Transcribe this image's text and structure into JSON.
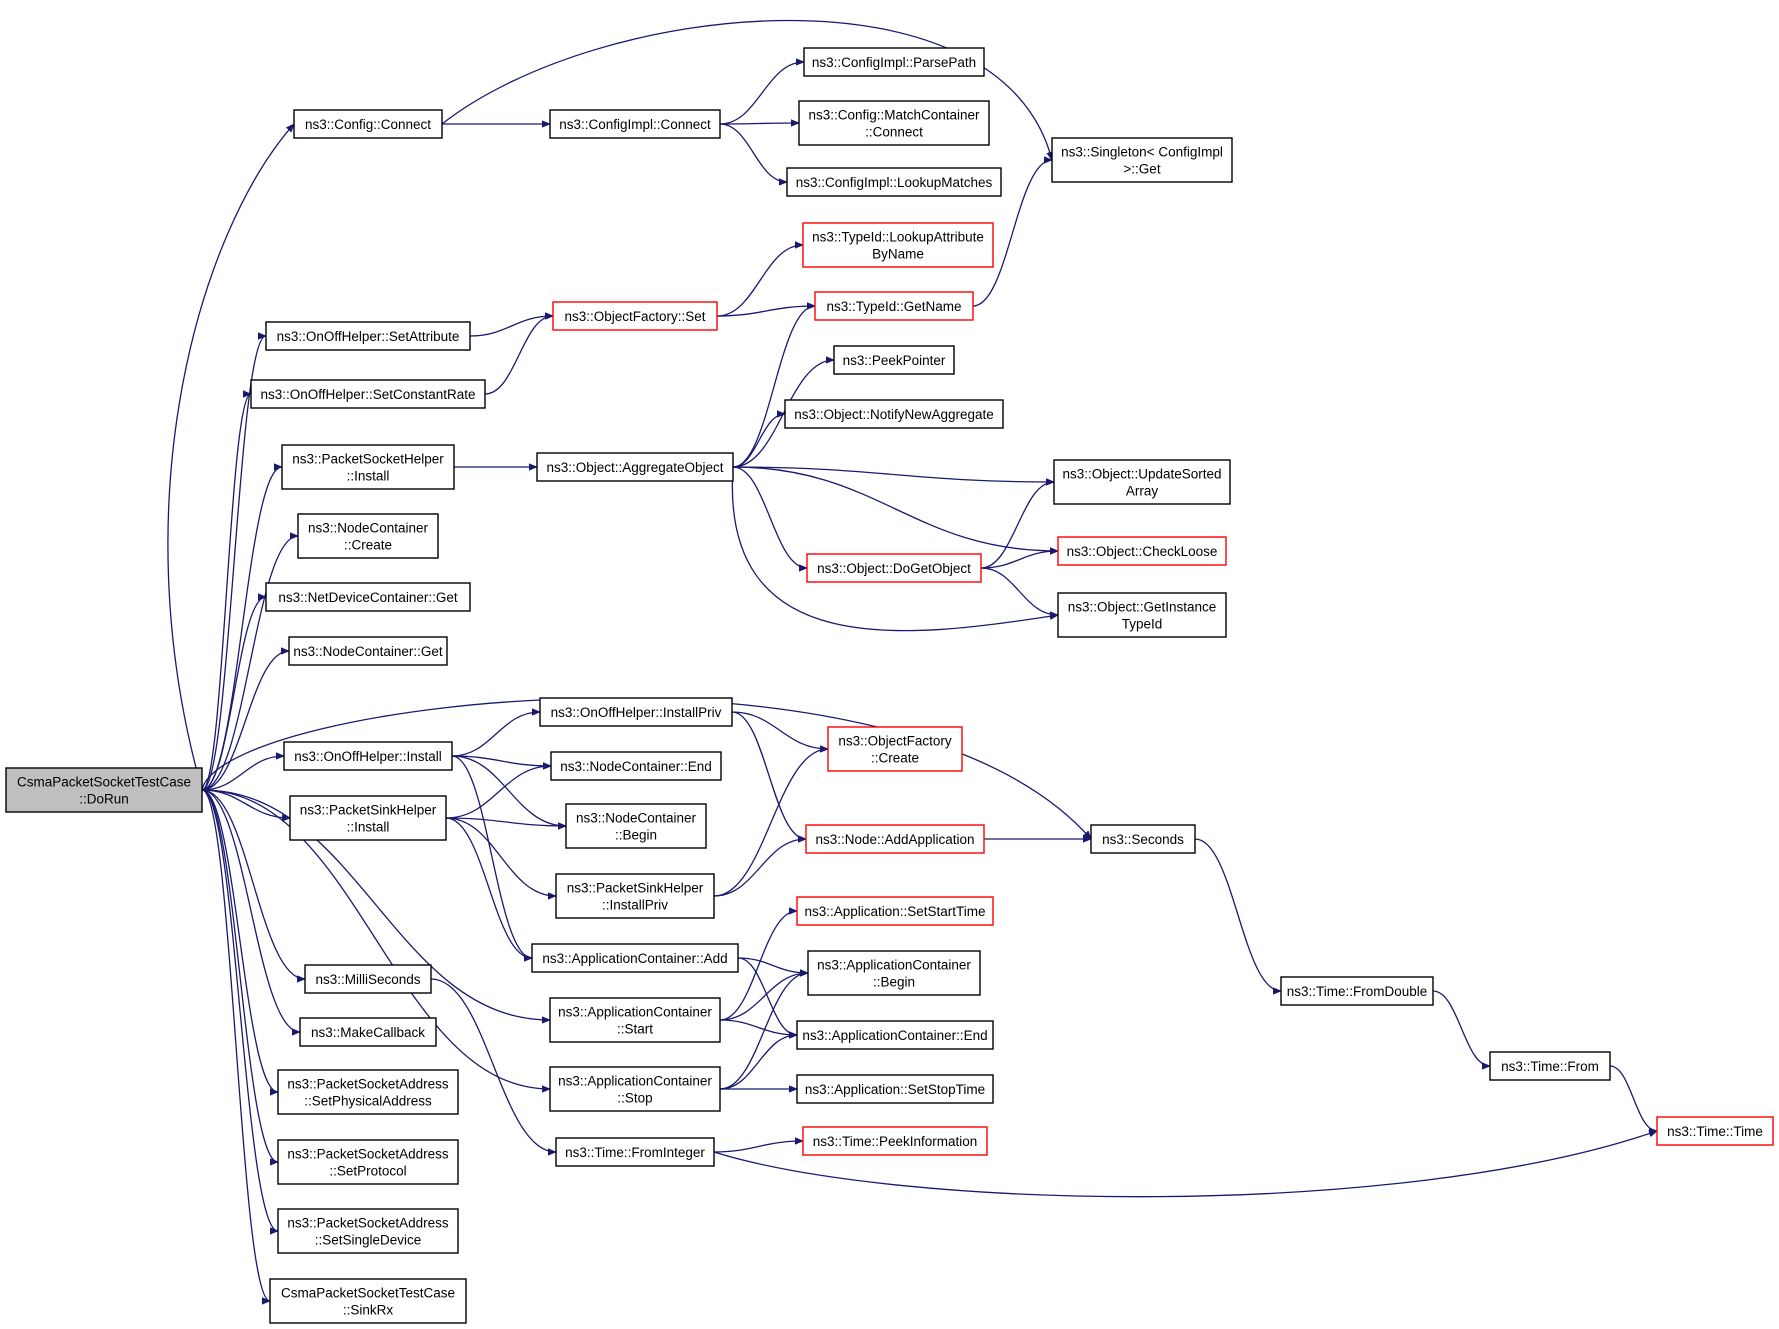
{
  "graph": {
    "root": "n0",
    "nodes": [
      {
        "id": "n0",
        "lines": [
          "CsmaPacketSocketTestCase",
          "::DoRun"
        ]
      },
      {
        "id": "n1",
        "lines": [
          "ns3::Config::Connect"
        ]
      },
      {
        "id": "n2",
        "lines": [
          "ns3::OnOffHelper::SetAttribute"
        ]
      },
      {
        "id": "n3",
        "lines": [
          "ns3::OnOffHelper::SetConstantRate"
        ]
      },
      {
        "id": "n4",
        "lines": [
          "ns3::PacketSocketHelper",
          "::Install"
        ]
      },
      {
        "id": "n5",
        "lines": [
          "ns3::NodeContainer",
          "::Create"
        ]
      },
      {
        "id": "n6",
        "lines": [
          "ns3::NetDeviceContainer::Get"
        ]
      },
      {
        "id": "n7",
        "lines": [
          "ns3::NodeContainer::Get"
        ]
      },
      {
        "id": "n8",
        "lines": [
          "ns3::OnOffHelper::Install"
        ]
      },
      {
        "id": "n9",
        "lines": [
          "ns3::PacketSinkHelper",
          "::Install"
        ]
      },
      {
        "id": "n10",
        "lines": [
          "ns3::MilliSeconds"
        ]
      },
      {
        "id": "n11",
        "lines": [
          "ns3::MakeCallback"
        ]
      },
      {
        "id": "n12",
        "lines": [
          "ns3::PacketSocketAddress",
          "::SetPhysicalAddress"
        ]
      },
      {
        "id": "n13",
        "lines": [
          "ns3::PacketSocketAddress",
          "::SetProtocol"
        ]
      },
      {
        "id": "n14",
        "lines": [
          "ns3::PacketSocketAddress",
          "::SetSingleDevice"
        ]
      },
      {
        "id": "n15",
        "lines": [
          "CsmaPacketSocketTestCase",
          "::SinkRx"
        ]
      },
      {
        "id": "n16",
        "lines": [
          "ns3::ConfigImpl::Connect"
        ]
      },
      {
        "id": "n17",
        "lines": [
          "ns3::ConfigImpl::ParsePath"
        ]
      },
      {
        "id": "n18",
        "lines": [
          "ns3::Config::MatchContainer",
          "::Connect"
        ]
      },
      {
        "id": "n19",
        "lines": [
          "ns3::ConfigImpl::LookupMatches"
        ]
      },
      {
        "id": "n20",
        "lines": [
          "ns3::Singleton< ConfigImpl",
          " >::Get"
        ]
      },
      {
        "id": "n21",
        "lines": [
          "ns3::ObjectFactory::Set"
        ],
        "red": true
      },
      {
        "id": "n22",
        "lines": [
          "ns3::TypeId::LookupAttribute",
          "ByName"
        ],
        "red": true
      },
      {
        "id": "n23",
        "lines": [
          "ns3::TypeId::GetName"
        ],
        "red": true
      },
      {
        "id": "n24",
        "lines": [
          "ns3::Object::AggregateObject"
        ]
      },
      {
        "id": "n25",
        "lines": [
          "ns3::PeekPointer"
        ]
      },
      {
        "id": "n26",
        "lines": [
          "ns3::Object::NotifyNewAggregate"
        ]
      },
      {
        "id": "n27",
        "lines": [
          "ns3::Object::UpdateSorted",
          "Array"
        ]
      },
      {
        "id": "n28",
        "lines": [
          "ns3::Object::DoGetObject"
        ],
        "red": true
      },
      {
        "id": "n29",
        "lines": [
          "ns3::Object::CheckLoose"
        ],
        "red": true
      },
      {
        "id": "n30",
        "lines": [
          "ns3::Object::GetInstance",
          "TypeId"
        ]
      },
      {
        "id": "n31",
        "lines": [
          "ns3::OnOffHelper::InstallPriv"
        ]
      },
      {
        "id": "n32",
        "lines": [
          "ns3::NodeContainer::End"
        ]
      },
      {
        "id": "n33",
        "lines": [
          "ns3::NodeContainer",
          "::Begin"
        ]
      },
      {
        "id": "n34",
        "lines": [
          "ns3::PacketSinkHelper",
          "::InstallPriv"
        ]
      },
      {
        "id": "n35",
        "lines": [
          "ns3::ApplicationContainer::Add"
        ]
      },
      {
        "id": "n36",
        "lines": [
          "ns3::ApplicationContainer",
          "::Start"
        ]
      },
      {
        "id": "n37",
        "lines": [
          "ns3::ApplicationContainer",
          "::Stop"
        ]
      },
      {
        "id": "n38",
        "lines": [
          "ns3::Time::FromInteger"
        ]
      },
      {
        "id": "n39",
        "lines": [
          "ns3::ObjectFactory",
          "::Create"
        ],
        "red": true
      },
      {
        "id": "n40",
        "lines": [
          "ns3::Node::AddApplication"
        ],
        "red": true
      },
      {
        "id": "n41",
        "lines": [
          "ns3::Application::SetStartTime"
        ],
        "red": true
      },
      {
        "id": "n42",
        "lines": [
          "ns3::ApplicationContainer",
          "::Begin"
        ]
      },
      {
        "id": "n43",
        "lines": [
          "ns3::ApplicationContainer::End"
        ]
      },
      {
        "id": "n44",
        "lines": [
          "ns3::Application::SetStopTime"
        ]
      },
      {
        "id": "n45",
        "lines": [
          "ns3::Time::PeekInformation"
        ],
        "red": true
      },
      {
        "id": "n46",
        "lines": [
          "ns3::Seconds"
        ]
      },
      {
        "id": "n47",
        "lines": [
          "ns3::Time::FromDouble"
        ]
      },
      {
        "id": "n48",
        "lines": [
          "ns3::Time::From"
        ]
      },
      {
        "id": "n49",
        "lines": [
          "ns3::Time::Time"
        ],
        "red": true
      }
    ],
    "edges": [
      [
        "n0",
        "n1"
      ],
      [
        "n0",
        "n2"
      ],
      [
        "n0",
        "n3"
      ],
      [
        "n0",
        "n4"
      ],
      [
        "n0",
        "n5"
      ],
      [
        "n0",
        "n6"
      ],
      [
        "n0",
        "n7"
      ],
      [
        "n0",
        "n8"
      ],
      [
        "n0",
        "n9"
      ],
      [
        "n0",
        "n10"
      ],
      [
        "n0",
        "n11"
      ],
      [
        "n0",
        "n12"
      ],
      [
        "n0",
        "n13"
      ],
      [
        "n0",
        "n14"
      ],
      [
        "n0",
        "n15"
      ],
      [
        "n0",
        "n46"
      ],
      [
        "n0",
        "n36"
      ],
      [
        "n0",
        "n37"
      ],
      [
        "n1",
        "n16"
      ],
      [
        "n1",
        "n20"
      ],
      [
        "n16",
        "n17"
      ],
      [
        "n16",
        "n18"
      ],
      [
        "n16",
        "n19"
      ],
      [
        "n2",
        "n21"
      ],
      [
        "n3",
        "n21"
      ],
      [
        "n21",
        "n22"
      ],
      [
        "n21",
        "n23"
      ],
      [
        "n23",
        "n20"
      ],
      [
        "n4",
        "n24"
      ],
      [
        "n24",
        "n23"
      ],
      [
        "n24",
        "n25"
      ],
      [
        "n24",
        "n26"
      ],
      [
        "n24",
        "n27"
      ],
      [
        "n24",
        "n28"
      ],
      [
        "n24",
        "n29"
      ],
      [
        "n24",
        "n30"
      ],
      [
        "n28",
        "n27"
      ],
      [
        "n28",
        "n29"
      ],
      [
        "n28",
        "n30"
      ],
      [
        "n8",
        "n31"
      ],
      [
        "n8",
        "n32"
      ],
      [
        "n8",
        "n33"
      ],
      [
        "n8",
        "n35"
      ],
      [
        "n31",
        "n39"
      ],
      [
        "n31",
        "n40"
      ],
      [
        "n9",
        "n32"
      ],
      [
        "n9",
        "n33"
      ],
      [
        "n9",
        "n34"
      ],
      [
        "n9",
        "n35"
      ],
      [
        "n34",
        "n39"
      ],
      [
        "n34",
        "n40"
      ],
      [
        "n40",
        "n46"
      ],
      [
        "n35",
        "n42"
      ],
      [
        "n35",
        "n43"
      ],
      [
        "n36",
        "n41"
      ],
      [
        "n36",
        "n42"
      ],
      [
        "n36",
        "n43"
      ],
      [
        "n37",
        "n42"
      ],
      [
        "n37",
        "n43"
      ],
      [
        "n37",
        "n44"
      ],
      [
        "n10",
        "n38"
      ],
      [
        "n38",
        "n45"
      ],
      [
        "n38",
        "n49"
      ],
      [
        "n46",
        "n47"
      ],
      [
        "n47",
        "n48"
      ],
      [
        "n48",
        "n49"
      ]
    ]
  }
}
